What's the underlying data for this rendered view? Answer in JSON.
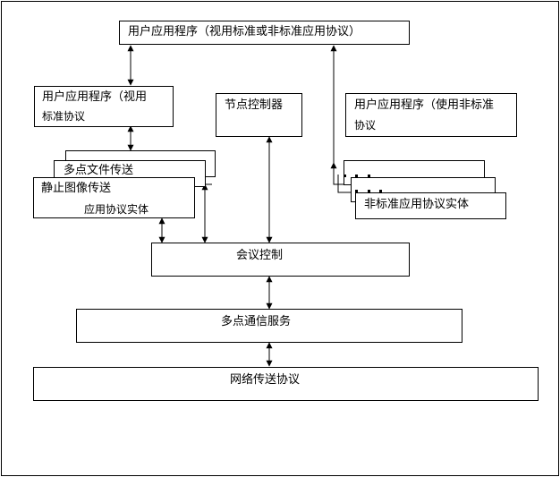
{
  "boxes": {
    "top_app": "用户应用程序（视用标准或非标准应用协议）",
    "std_app_line1": "用户应用程序（视用",
    "std_app_line2": "标准协议",
    "node_controller": "节点控制器",
    "nonstd_app_line1": "用户应用程序（使用非标准",
    "nonstd_app_line2": "协议",
    "multipoint_file": "多点文件传送",
    "still_image": "静止图像传送",
    "app_protocol_entity": "应用协议实体",
    "nonstd_protocol_entity": "非标准应用协议实体",
    "conference_control": "会议控制",
    "multipoint_comm": "多点通信服务",
    "network_transport": "网络传送协议"
  }
}
